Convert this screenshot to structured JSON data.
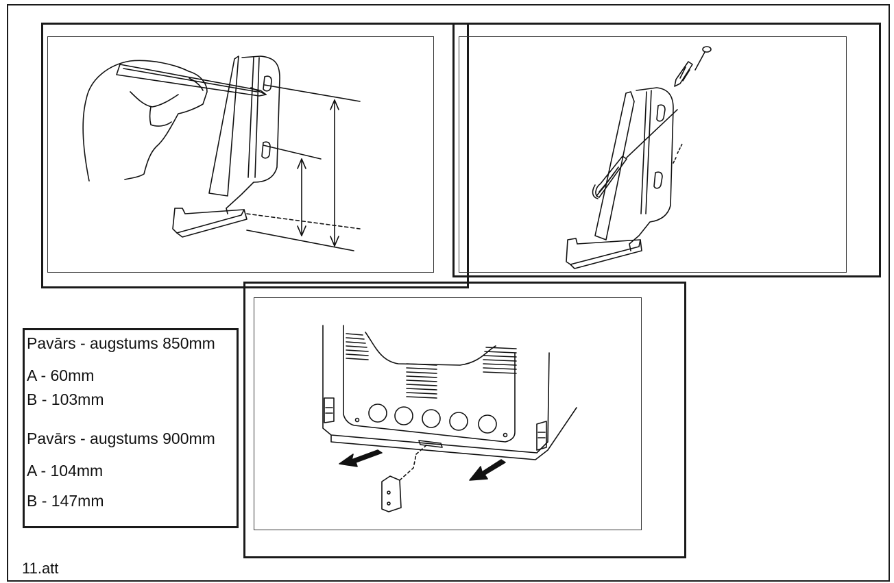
{
  "legend": {
    "rows": [
      "Pavārs - augstums 850mm",
      "A - 60mm",
      "B - 103mm",
      "Pavārs - augstums 900mm",
      "A - 104mm",
      "B - 147mm"
    ]
  },
  "caption": "11.att",
  "illustrations": {
    "panel1": "hand-marking-bracket-holes",
    "panel2": "screw-and-wall-plug-fixing-bracket",
    "panel3": "cooker-rear-with-stability-bracket"
  }
}
